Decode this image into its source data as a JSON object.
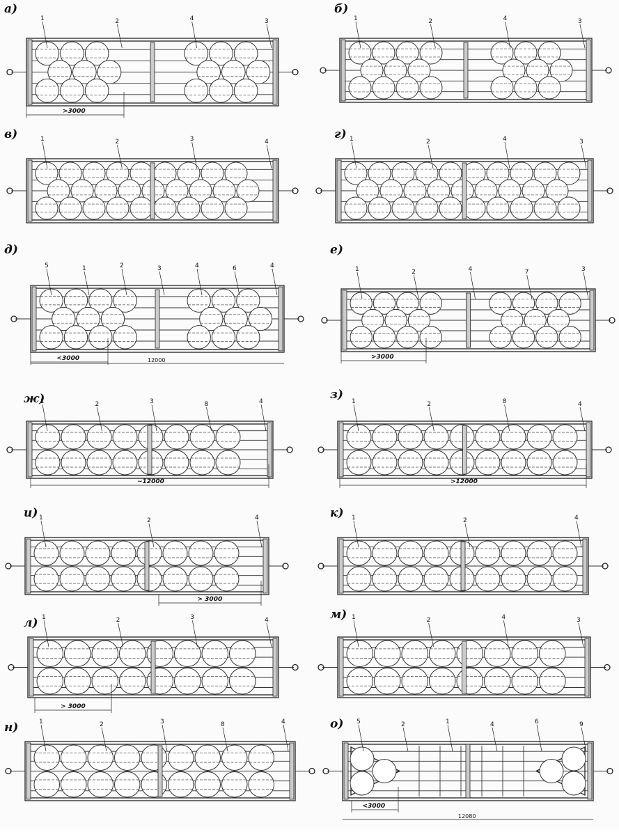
{
  "panels": [
    {
      "label": "а)",
      "numbers": [
        "1",
        "2",
        "4",
        "3"
      ],
      "dim": ">3000"
    },
    {
      "label": "б)",
      "numbers": [
        "1",
        "2",
        "4",
        "3"
      ]
    },
    {
      "label": "в)",
      "numbers": [
        "1",
        "2",
        "3",
        "4"
      ]
    },
    {
      "label": "г)",
      "numbers": [
        "1",
        "2",
        "4",
        "3"
      ]
    },
    {
      "label": "д)",
      "numbers": [
        "5",
        "1",
        "2",
        "3",
        "4",
        "6",
        "4"
      ],
      "dim": "<3000",
      "dim2": "12000"
    },
    {
      "label": "е)",
      "numbers": [
        "1",
        "2",
        "4",
        "7",
        "3"
      ],
      "dim": ">3000"
    },
    {
      "label": "ж)",
      "numbers": [
        "1",
        "2",
        "3",
        "8",
        "4"
      ],
      "dim": "~12000"
    },
    {
      "label": "з)",
      "numbers": [
        "1",
        "2",
        "8",
        "4"
      ],
      "dim": ">12000"
    },
    {
      "label": "и)",
      "numbers": [
        "1",
        "2",
        "4"
      ],
      "dim": "> 3000"
    },
    {
      "label": "к)",
      "numbers": [
        "1",
        "2",
        "4"
      ]
    },
    {
      "label": "л)",
      "numbers": [
        "1",
        "2",
        "3",
        "4"
      ],
      "dim": "> 3000"
    },
    {
      "label": "м)",
      "numbers": [
        "1",
        "2",
        "4",
        "3"
      ]
    },
    {
      "label": "н)",
      "numbers": [
        "1",
        "2",
        "3",
        "8",
        "4"
      ]
    },
    {
      "label": "о)",
      "numbers": [
        "5",
        "2",
        "1",
        "4",
        "6",
        "9"
      ],
      "dim": "<3000",
      "dim2": "12080"
    }
  ]
}
